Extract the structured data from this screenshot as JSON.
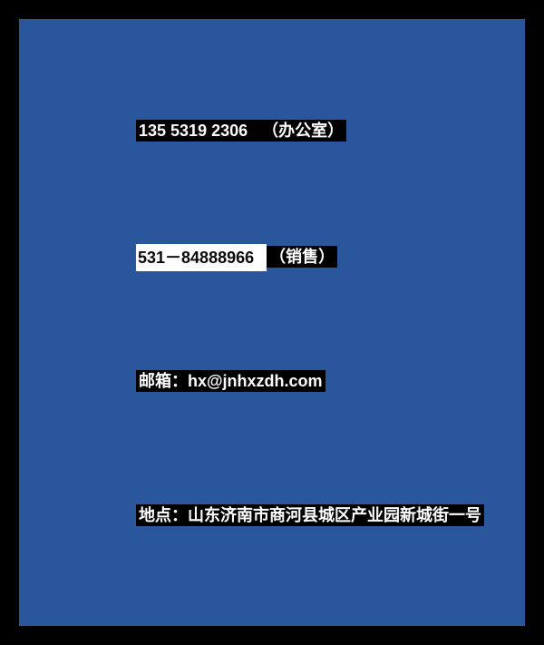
{
  "slide": {
    "colors": {
      "frame": "#000000",
      "background": "#2A569B",
      "highlight_bg": "#000000",
      "text": "#FFFFFF",
      "sales_box_bg": "#FFFFFF",
      "sales_box_text": "#000000"
    },
    "contact": {
      "office": {
        "number": "135 5319 2306",
        "suffix": "（办公室）"
      },
      "sales": {
        "number": "531－84888966",
        "suffix": "（销售）"
      },
      "email": "邮箱：hx@jnhxzdh.com",
      "address": "地点：山东济南市商河县城区产业园新城街一号"
    }
  }
}
